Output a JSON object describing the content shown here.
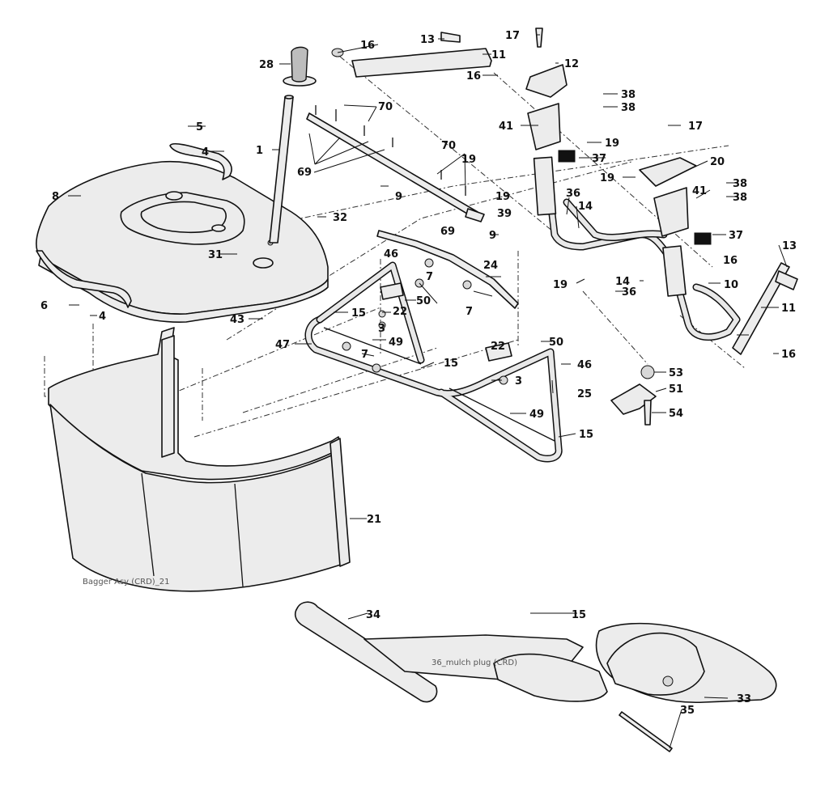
{
  "callouts": {
    "c1": "1",
    "c3a": "3",
    "c3b": "3",
    "c4a": "4",
    "c4b": "4",
    "c5": "5",
    "c6": "6",
    "c7a": "7",
    "c7b": "7",
    "c7c": "7",
    "c8": "8",
    "c9a": "9",
    "c9b": "9",
    "c10": "10",
    "c11a": "11",
    "c11b": "11",
    "c12": "12",
    "c13a": "13",
    "c13b": "13",
    "c14a": "14",
    "c14b": "14",
    "c15a": "15",
    "c15b": "15",
    "c15c": "15",
    "c15d": "15",
    "c16a": "16",
    "c16b": "16",
    "c16c": "16",
    "c16d": "16",
    "c17a": "17",
    "c17b": "17",
    "c19a": "19",
    "c19b": "19",
    "c19c": "19",
    "c19d": "19",
    "c19e": "19",
    "c20": "20",
    "c21": "21",
    "c22a": "22",
    "c22b": "22",
    "c24": "24",
    "c25": "25",
    "c28": "28",
    "c31": "31",
    "c32": "32",
    "c33": "33",
    "c34": "34",
    "c35": "35",
    "c36a": "36",
    "c36b": "36",
    "c37a": "37",
    "c37b": "37",
    "c38a": "38",
    "c38b": "38",
    "c38c": "38",
    "c38d": "38",
    "c39": "39",
    "c41a": "41",
    "c41b": "41",
    "c43": "43",
    "c46a": "46",
    "c46b": "46",
    "c47": "47",
    "c49a": "49",
    "c49b": "49",
    "c50a": "50",
    "c50b": "50",
    "c51": "51",
    "c53": "53",
    "c54": "54",
    "c69a": "69",
    "c69b": "69",
    "c70a": "70",
    "c70b": "70"
  },
  "captions": {
    "bagger": "Bagger Asy (CRD)_21",
    "mulch": "36_mulch plug (CRD)"
  }
}
